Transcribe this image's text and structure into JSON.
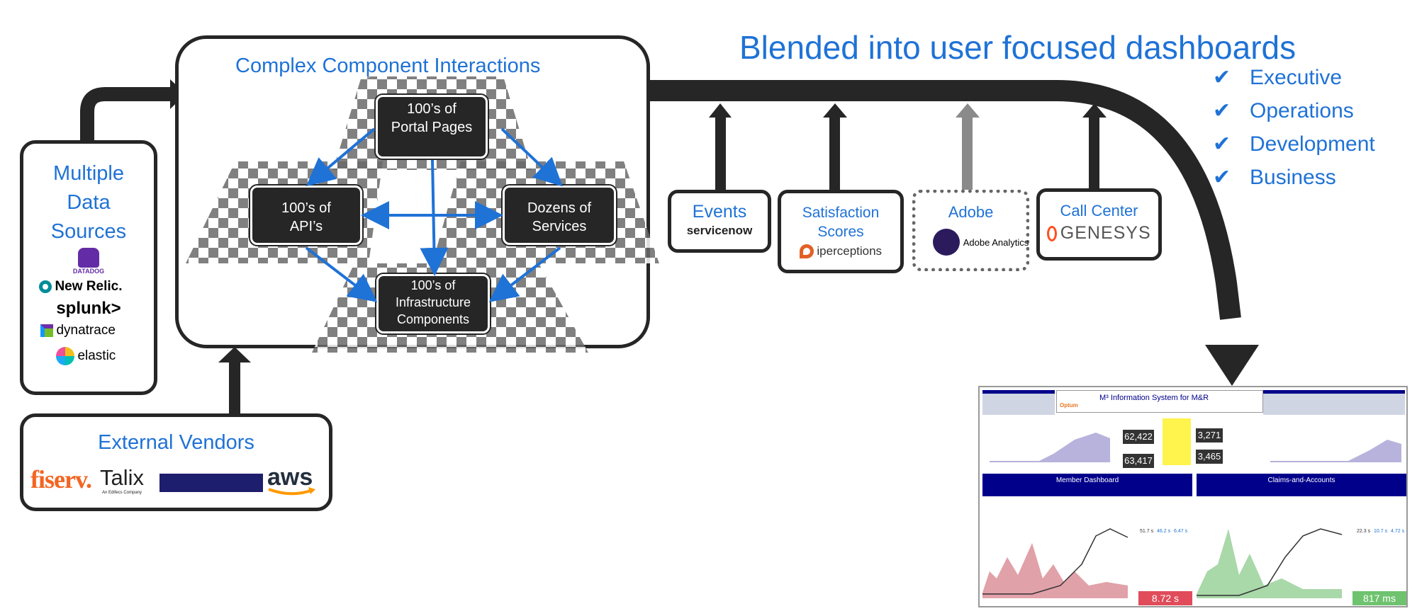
{
  "headline": "Blended into user focused dashboards",
  "audiences": [
    "Executive",
    "Operations",
    "Development",
    "Business"
  ],
  "check": "✔",
  "data_sources": {
    "title": "Multiple Data Sources",
    "vendors": [
      "DATADOG",
      "New Relic.",
      "splunk>",
      "dynatrace",
      "elastic"
    ]
  },
  "complex": {
    "title": "Complex Component Interactions",
    "nodes": {
      "portal": "100’s of Portal Pages",
      "api": "100’s of API’s",
      "services": "Dozens of Services",
      "infra": "100’s of Infrastructure Components"
    }
  },
  "external": {
    "title": "External Vendors",
    "vendors": [
      "fiserv.",
      "Talix",
      "aws"
    ],
    "talix_sub": "An Edifecs Company"
  },
  "feeds": {
    "events": {
      "title": "Events",
      "logo": "servicenow"
    },
    "satisfaction": {
      "title": "Satisfaction Scores",
      "logo": "iperceptions"
    },
    "adobe": {
      "title": "Adobe",
      "logo": "Adobe Analytics"
    },
    "callcenter": {
      "title": "Call Center",
      "logo": "GENESYS"
    }
  },
  "dashboard": {
    "title": "M³ Information System for M&R",
    "logo": "Optum",
    "tiles": [
      "62,422",
      "63,417",
      "3,271",
      "3,465"
    ],
    "panels": [
      "Member Dashboard",
      "Claims-and-Accounts"
    ],
    "metrics": [
      "51.7 s",
      "46.2 s",
      "6.47 s",
      "22.3 s",
      "10.7 s",
      "4.72 s"
    ],
    "red_value": "8.72 s",
    "green_value": "817 ms",
    "colors": {
      "header": "#00008b",
      "red": "#e04c5a",
      "green": "#6fc36f"
    }
  }
}
